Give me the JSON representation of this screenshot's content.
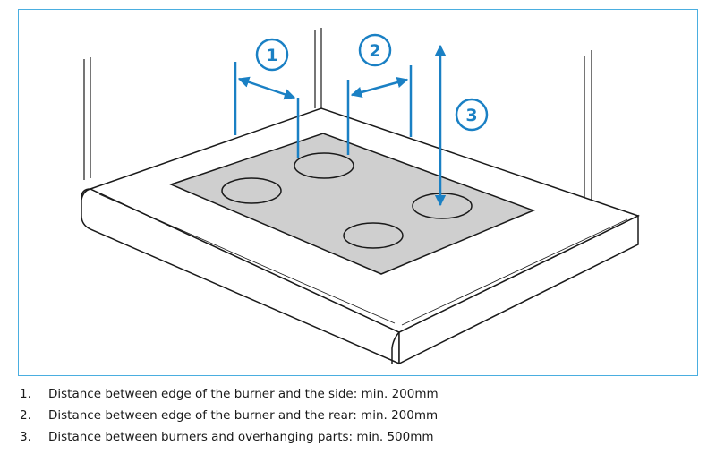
{
  "callouts": [
    {
      "number": "1"
    },
    {
      "number": "2"
    },
    {
      "number": "3"
    }
  ],
  "legend": [
    {
      "number": "1.",
      "text": "Distance between edge of the burner and the side: min. 200mm"
    },
    {
      "number": "2.",
      "text": "Distance between edge of the burner and the rear: min. 200mm"
    },
    {
      "number": "3.",
      "text": "Distance between burners and overhanging parts: min. 500mm"
    }
  ],
  "colors": {
    "accent": "#1a80c4",
    "frame_border": "#4aaee0",
    "cooktop_surface": "#cfcfcf"
  }
}
